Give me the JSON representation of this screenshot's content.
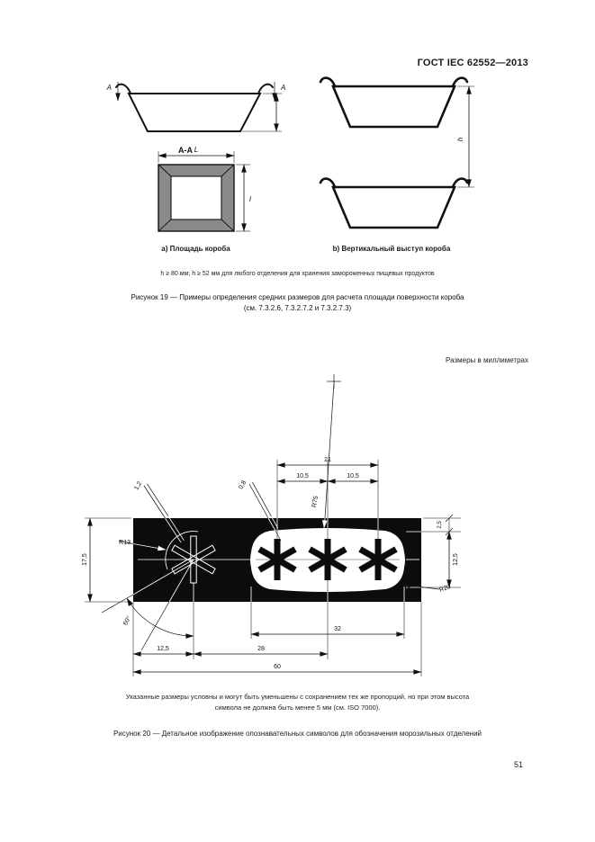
{
  "page": {
    "header": "ГОСТ IEC 62552—2013",
    "units_note": "Размеры в миллиметрах",
    "page_number": "51"
  },
  "figure19": {
    "section_marker": "A",
    "section_title": "А-А",
    "dim_L": "L",
    "dim_l": "l",
    "dim_h": "h",
    "caption_a": "а) Площадь короба",
    "caption_b": "b) Вертикальный выступ короба",
    "note": "h ≥ 80 мм; h ≥ 52 мм для любого отделения для хранения замороженных пищевых продуктов",
    "caption_line1": "Рисунок 19 — Примеры определения средних размеров для расчета площади поверхности короба",
    "caption_line2": "(см. 7.3.2.6, 7.3.2.7.2 и 7.3.2.7.3)"
  },
  "figure20": {
    "dim_1_2": "1,2",
    "dim_0_8": "0,8",
    "dim_21": "21",
    "dim_10_5_left": "10,5",
    "dim_10_5_right": "10,5",
    "dim_R75": "R75",
    "dim_R13": "R13",
    "dim_17_5": "17,5",
    "dim_12_5_right": "12,5",
    "dim_2_5": "2,5",
    "dim_R20": "R20",
    "dim_60deg": "60°",
    "dim_12_5_bottom": "12,5",
    "dim_28": "28",
    "dim_32": "32",
    "dim_60": "60",
    "note_line1": "Указанные размеры условны и могут быть уменьшены с сохранением тех же пропорций, но при этом высота",
    "note_line2": "символа не должна быть менее 5 мм (см. ISO 7000).",
    "caption": "Рисунок 20 — Детальное изображение опознавательных символов для обозначения морозильных отделений"
  }
}
